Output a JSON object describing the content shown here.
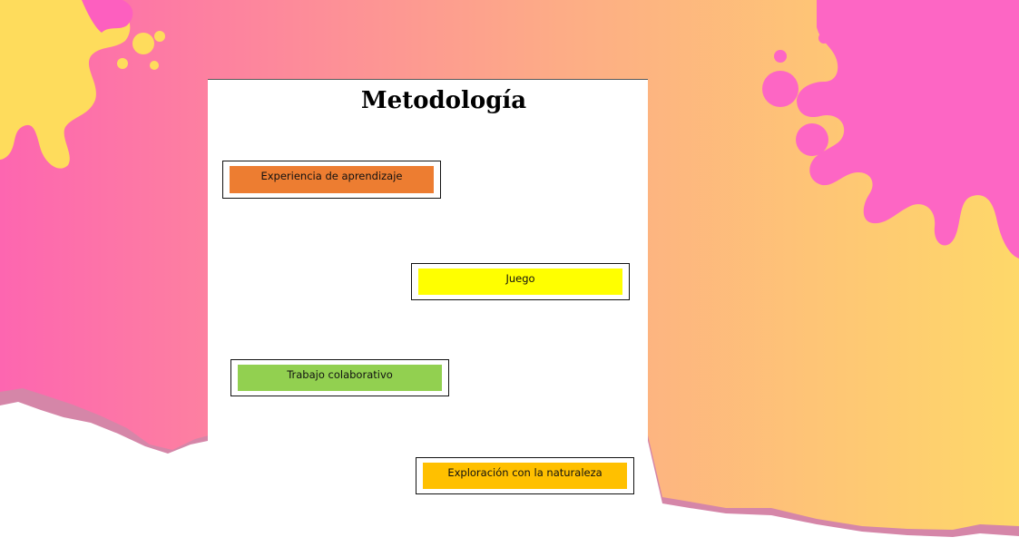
{
  "slide": {
    "title": "Metodología",
    "items": [
      {
        "label": "Experiencia de aprendizaje",
        "color": "#ed7d31"
      },
      {
        "label": "Juego",
        "color": "#ffff00"
      },
      {
        "label": "Trabajo colaborativo",
        "color": "#92d050"
      },
      {
        "label": "Exploración con la naturaleza",
        "color": "#ffc000"
      }
    ]
  },
  "theme": {
    "gradient_left": "#fd66b0",
    "gradient_right": "#fed869",
    "splash_yellow": "#fedc5c",
    "splash_pink": "#fd66c4"
  }
}
